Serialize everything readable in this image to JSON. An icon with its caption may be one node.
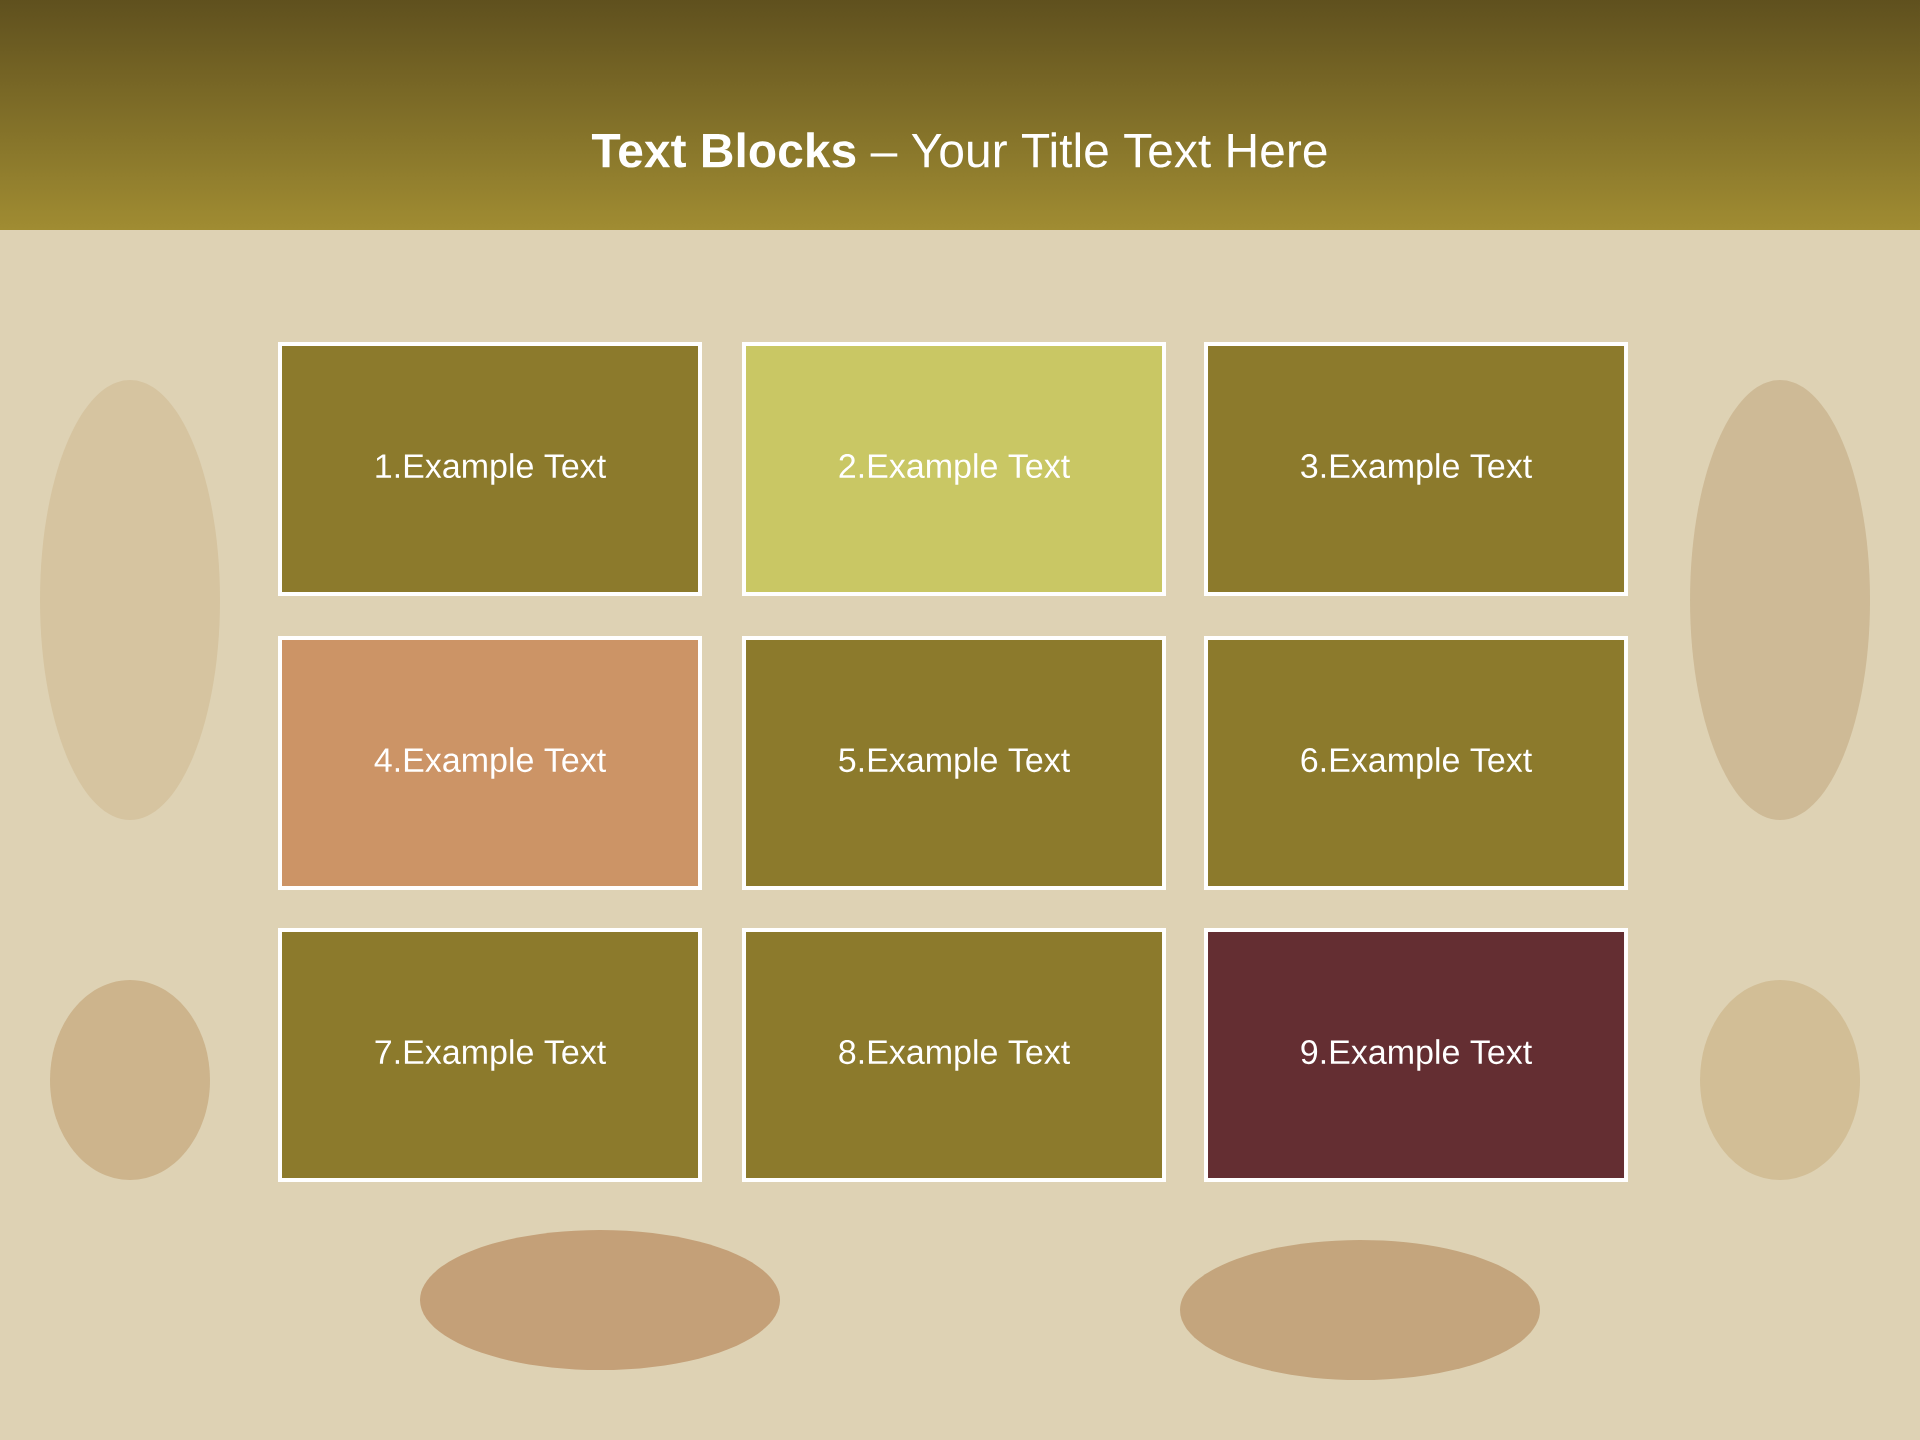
{
  "diagram": {
    "title": "**Text Blocks** – Your Title Text Here",
    "nodes": [
      {
        "text": [
          "1.Example Text"
        ]
      },
      {
        "text": [
          "2.Example Text"
        ]
      },
      {
        "text": [
          "3.Example Text"
        ]
      },
      {
        "text": [
          "4.Example Text"
        ]
      },
      {
        "text": [
          "5.Example Text"
        ]
      },
      {
        "text": [
          "6.Example Text"
        ]
      },
      {
        "text": [
          "7.Example Text"
        ]
      },
      {
        "text": [
          "8.Example Text"
        ]
      },
      {
        "text": [
          "9.Example Text"
        ]
      }
    ]
  }
}
